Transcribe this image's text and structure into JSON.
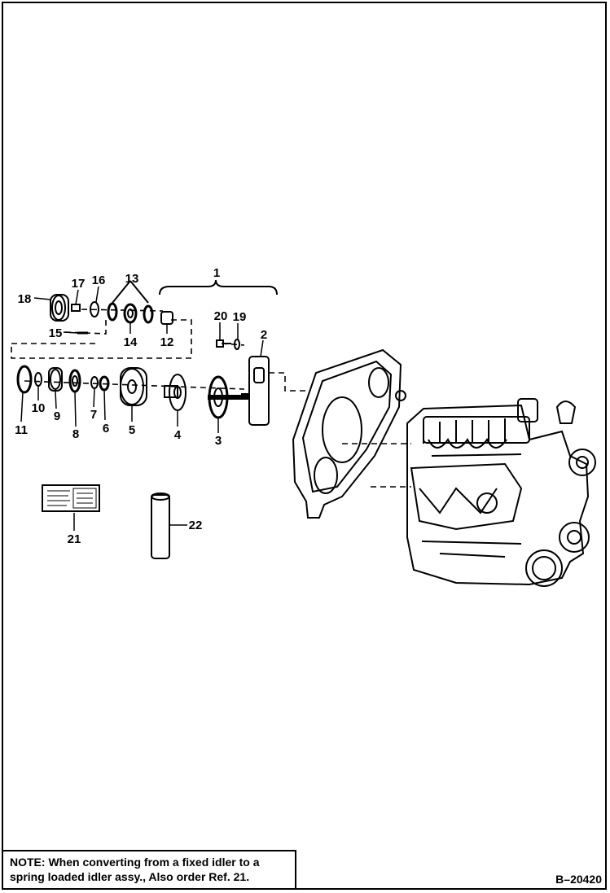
{
  "callouts": [
    "1",
    "2",
    "3",
    "4",
    "5",
    "6",
    "7",
    "8",
    "9",
    "10",
    "11",
    "12",
    "13",
    "14",
    "15",
    "16",
    "17",
    "18",
    "19",
    "20",
    "21",
    "22"
  ],
  "note": {
    "label": "NOTE:",
    "text": " When converting from a fixed idler to a spring loaded idler assy., Also order Ref. 21."
  },
  "figure_id": "B–20420"
}
